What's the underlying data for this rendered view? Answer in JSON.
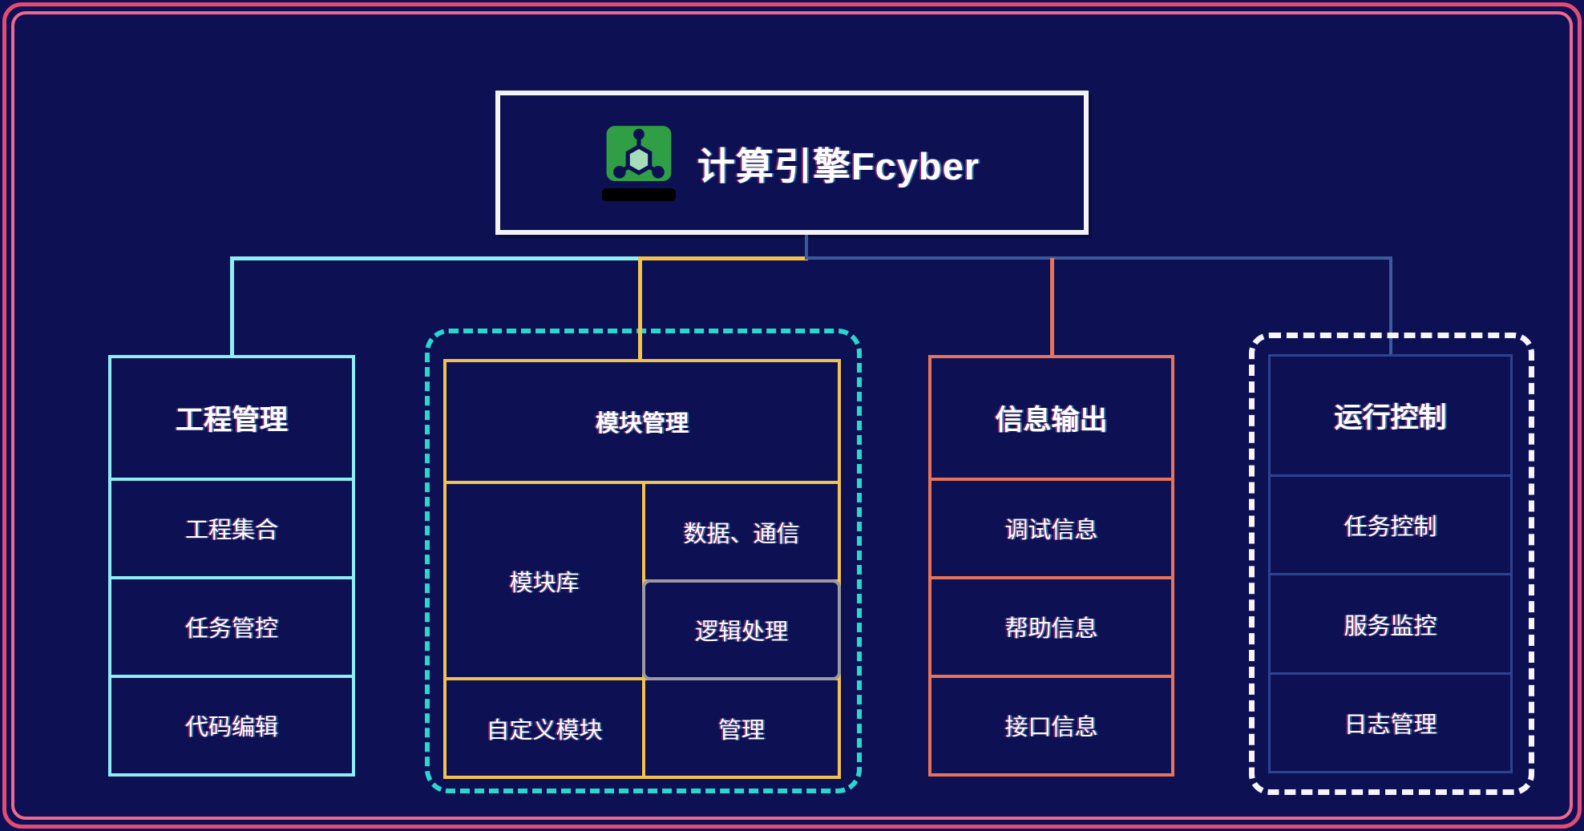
{
  "title": {
    "text": "计算引擎Fcyber",
    "icon": "molecule-icon"
  },
  "colors": {
    "background": "#0d1153",
    "frame_pink_outer": "#e64b76",
    "frame_pink_inner": "#f0688f",
    "title_border": "#f4f4f8",
    "icon_green": "#2f9e44",
    "branch_project_cyan": "#8deef1",
    "branch_module_yellow": "#f2c24e",
    "module_container_teal_dashed": "#2bd6cf",
    "branch_info_salmon": "#e7735a",
    "branch_run_blue": "#2c4390",
    "run_container_white_dashed": "#f5f5fa",
    "connector_steel_blue": "#3b5a9b",
    "logic_highlight_gray": "#9a9aa0"
  },
  "branches": [
    {
      "header": "工程管理",
      "items": [
        "工程集合",
        "任务管控",
        "代码编辑"
      ]
    },
    {
      "header": "模块管理",
      "cells": {
        "library": "模块库",
        "data_comm": "数据、通信",
        "logic": "逻辑处理",
        "custom": "自定义模块",
        "manage": "管理"
      }
    },
    {
      "header": "信息输出",
      "items": [
        "调试信息",
        "帮助信息",
        "接口信息"
      ]
    },
    {
      "header": "运行控制",
      "items": [
        "任务控制",
        "服务监控",
        "日志管理"
      ]
    }
  ]
}
